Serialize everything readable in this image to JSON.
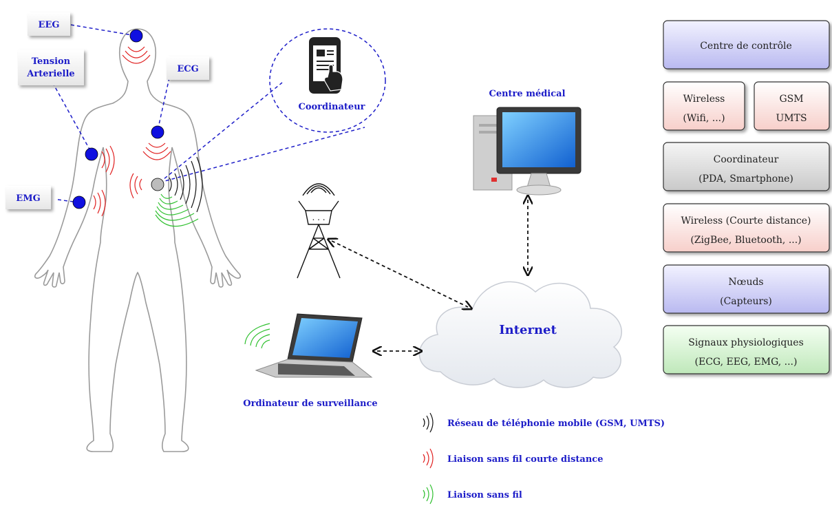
{
  "body_labels": {
    "eeg": "EEG",
    "tension_line1": "Tension",
    "tension_line2": "Arterielle",
    "ecg": "ECG",
    "emg": "EMG",
    "coordinateur": "Coordinateur"
  },
  "nodes": {
    "centre_medical": "Centre médical",
    "internet": "Internet",
    "ordinateur": "Ordinateur de surveillance"
  },
  "stack": {
    "centre_controle": "Centre de contrôle",
    "wireless_line1": "Wireless",
    "wireless_line2": "(Wifi, ...)",
    "gsm_line1": "GSM",
    "gsm_line2": "UMTS",
    "coord_line1": "Coordinateur",
    "coord_line2": "(PDA, Smartphone)",
    "wcd_line1": "Wireless (Courte distance)",
    "wcd_line2": "(ZigBee, Bluetooth, ...)",
    "noeuds_line1": "Nœuds",
    "noeuds_line2": "(Capteurs)",
    "signaux_line1": "Signaux physiologiques",
    "signaux_line2": "(ECG, EEG, EMG, ...)"
  },
  "legend": {
    "mobile": "Réseau de téléphonie mobile (GSM, UMTS)",
    "short_range": "Liaison sans fil courte distance",
    "wireless": "Liaison sans fil"
  },
  "colors": {
    "label_blue": "#1c1cc8",
    "sensor_blue": "#1010e0",
    "short_range_red": "#e02020",
    "wireless_green": "#30c030",
    "mobile_black": "#111111",
    "purple_box": "#c8c8f4",
    "pink_box": "#f6d8d4",
    "grey_box": "#d6d6d6",
    "green_box": "#cfeecb"
  }
}
